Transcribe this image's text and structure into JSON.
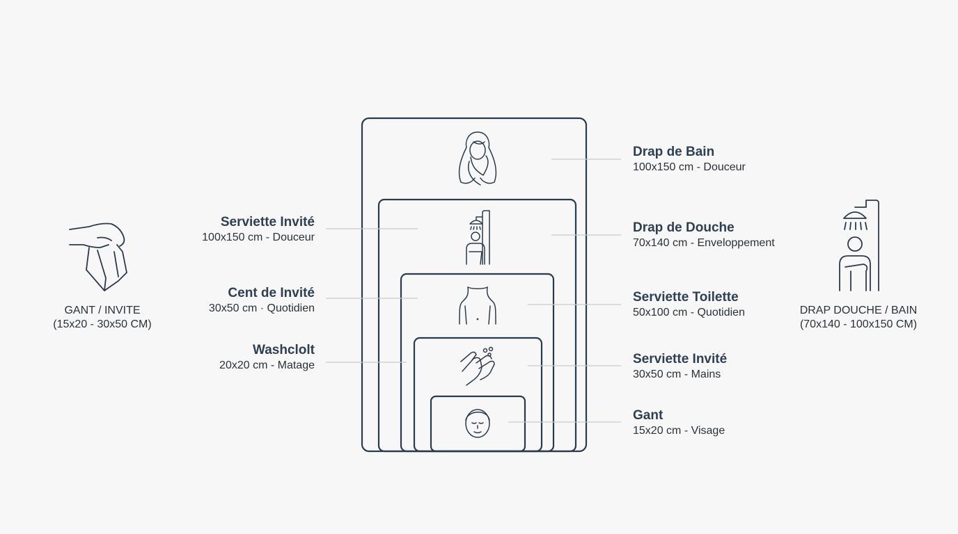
{
  "right_labels": [
    {
      "title": "Drap de Bain",
      "sub": "100x150 cm - Douceur"
    },
    {
      "title": "Drap de Douche",
      "sub": "70x140 cm - Enveloppement"
    },
    {
      "title": "Serviette Toilette",
      "sub": "50x100 cm - Quotidien"
    },
    {
      "title": "Serviette Invité",
      "sub": "30x50 cm - Mains"
    },
    {
      "title": "Gant",
      "sub": "15x20 cm - Visage"
    }
  ],
  "left_labels": [
    {
      "title": "Serviette Invité",
      "sub": "100x150 cm - Douceur"
    },
    {
      "title": "Cent de Invité",
      "sub": "30x50 cm · Quotidien"
    },
    {
      "title": "Washclolt",
      "sub": "20x20 cm - Matage"
    }
  ],
  "left_side": {
    "line1": "GANT / INVITE",
    "line2": "(15x20 - 30x50 CM)",
    "icon": "hand-towel-icon"
  },
  "right_side": {
    "line1": "DRAP DOUCHE / BAIN",
    "line2": "(70x140 - 100x150 CM)",
    "icon": "shower-person-icon"
  },
  "box_icons": [
    "wrapped-person-icon",
    "shower-icon",
    "torso-icon",
    "washing-hands-icon",
    "face-icon"
  ],
  "colors": {
    "stroke": "#2b3a4a",
    "leader": "#c5ccd3",
    "background": "#f7f7f7"
  }
}
